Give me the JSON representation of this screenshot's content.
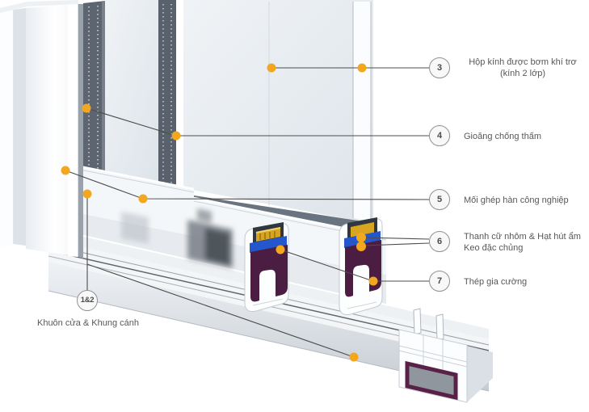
{
  "figure": {
    "type": "sliding-window-cross-section-diagram",
    "background": "#ffffff",
    "accent_dot_color": "#F2A71F",
    "leader_line_color": "#4d4d4d",
    "callouts": [
      {
        "number": "3",
        "line1": "Hộp kính được bơm khí trơ",
        "line2": "(kính 2 lớp)"
      },
      {
        "number": "4",
        "line1": "Gioăng chống thấm",
        "line2": ""
      },
      {
        "number": "5",
        "line1": "Mối ghép hàn công nghiệp",
        "line2": ""
      },
      {
        "number": "6",
        "line1": "Thanh cữ nhôm & Hạt hút ẩm",
        "line2": "Keo đặc chủng"
      },
      {
        "number": "7",
        "line1": "Thép gia cường",
        "line2": ""
      },
      {
        "number": "1&2",
        "line1": "Khuôn cửa & Khung cánh",
        "line2": ""
      }
    ],
    "materials": {
      "frame_white": "#fdfdfe",
      "glass": "#e9eef2",
      "glazing_strip_dark": "#5d6570",
      "sealant_blue": "#2457ce",
      "steel_reinforcement_purple": "#4b1d42",
      "aluminum_spacer_gold": "#d7a51f"
    }
  }
}
